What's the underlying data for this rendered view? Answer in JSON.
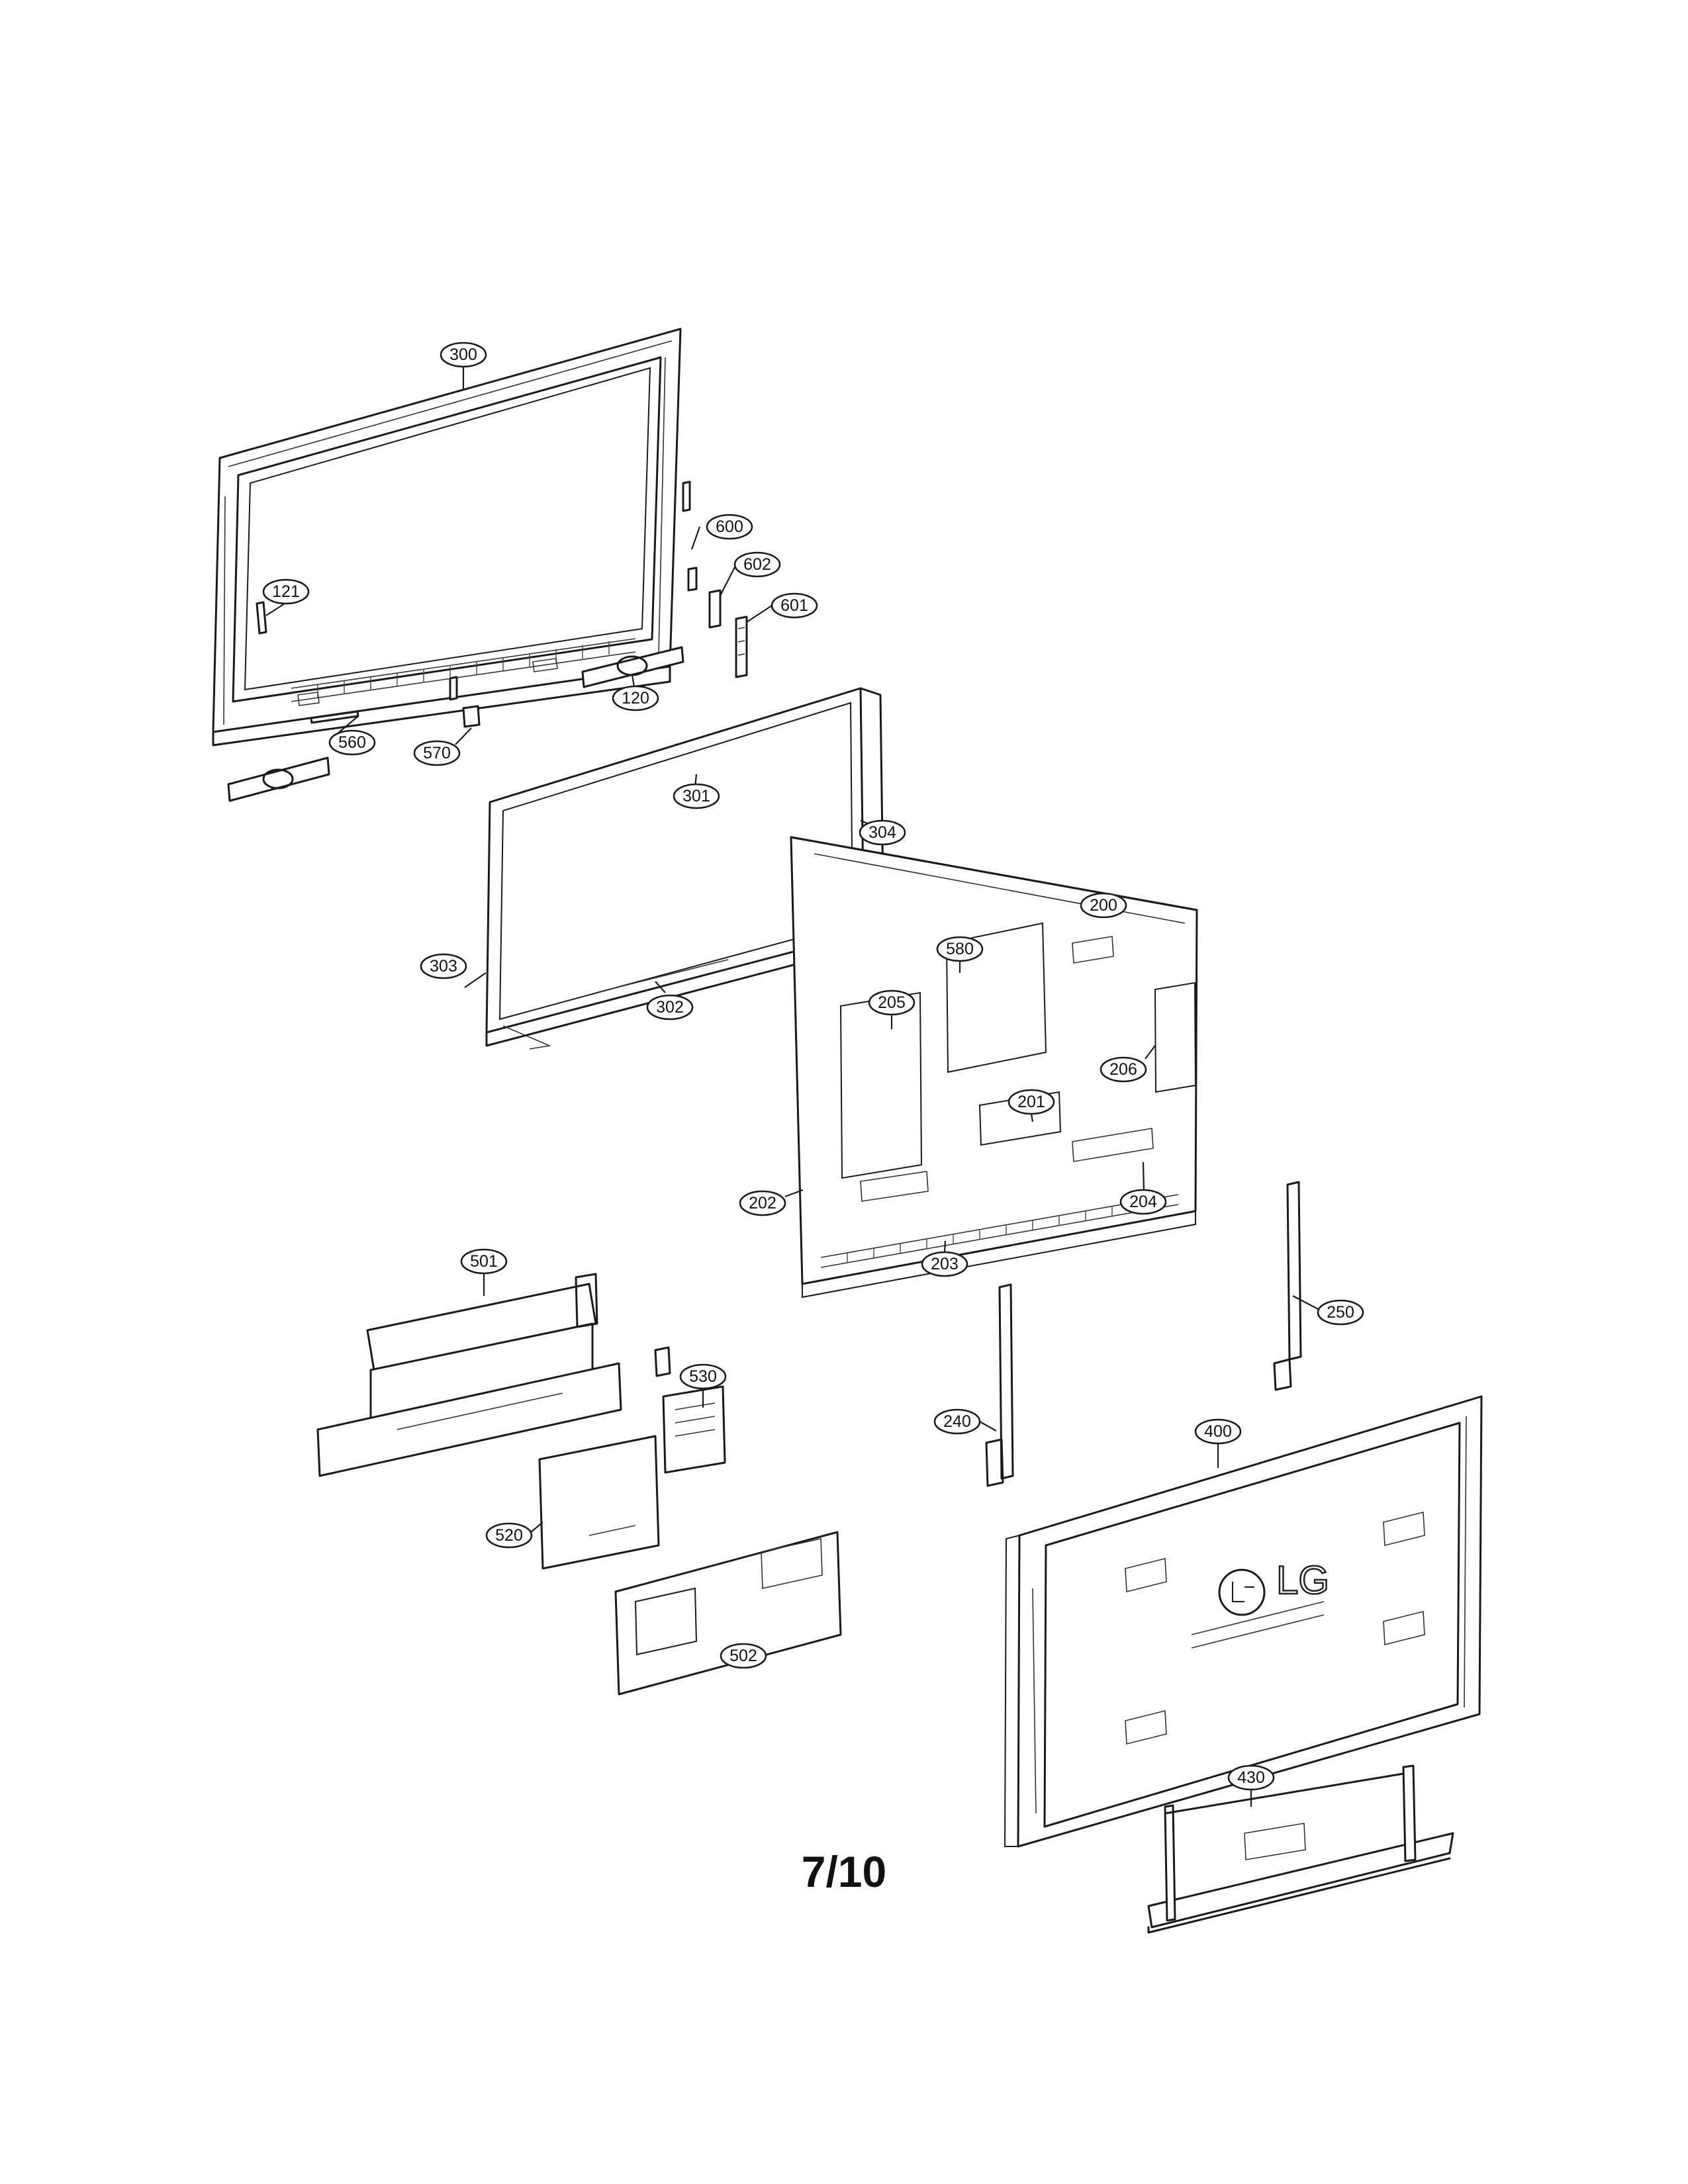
{
  "page": {
    "number_label": "7/10"
  },
  "logo": {
    "brand": "LG"
  },
  "callouts": [
    {
      "id": "c300",
      "label": "300"
    },
    {
      "id": "c600",
      "label": "600"
    },
    {
      "id": "c602",
      "label": "602"
    },
    {
      "id": "c601",
      "label": "601"
    },
    {
      "id": "c121",
      "label": "121"
    },
    {
      "id": "c120",
      "label": "120"
    },
    {
      "id": "c560",
      "label": "560"
    },
    {
      "id": "c570",
      "label": "570"
    },
    {
      "id": "c301",
      "label": "301"
    },
    {
      "id": "c304",
      "label": "304"
    },
    {
      "id": "c303",
      "label": "303"
    },
    {
      "id": "c302",
      "label": "302"
    },
    {
      "id": "c200",
      "label": "200"
    },
    {
      "id": "c205",
      "label": "205"
    },
    {
      "id": "c580",
      "label": "580"
    },
    {
      "id": "c206",
      "label": "206"
    },
    {
      "id": "c201",
      "label": "201"
    },
    {
      "id": "c202",
      "label": "202"
    },
    {
      "id": "c204",
      "label": "204"
    },
    {
      "id": "c203",
      "label": "203"
    },
    {
      "id": "c501",
      "label": "501"
    },
    {
      "id": "c250",
      "label": "250"
    },
    {
      "id": "c530",
      "label": "530"
    },
    {
      "id": "c240",
      "label": "240"
    },
    {
      "id": "c400",
      "label": "400"
    },
    {
      "id": "c520",
      "label": "520"
    },
    {
      "id": "c502",
      "label": "502"
    },
    {
      "id": "c430",
      "label": "430"
    }
  ]
}
